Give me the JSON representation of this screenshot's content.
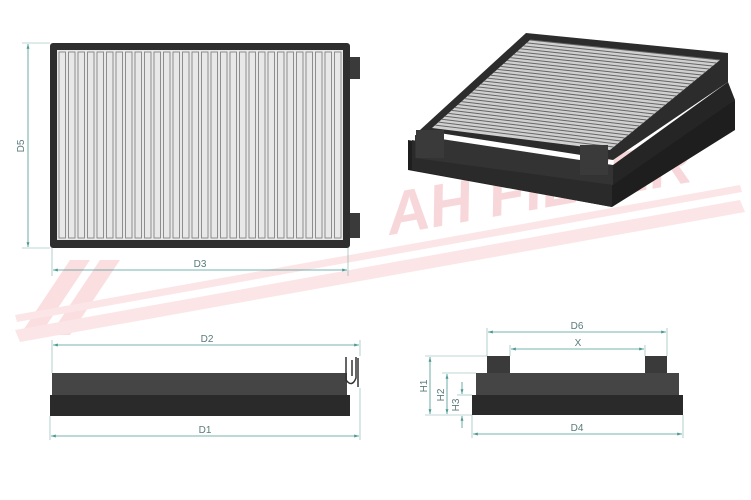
{
  "watermark": {
    "text": "AH FILTER",
    "color": "#f4b8bc"
  },
  "colors": {
    "dimension": "#4a9a94",
    "body_dark": "#2a2a2a",
    "body_mid": "#454545",
    "pleat": "#d8d8d8"
  },
  "top_view": {
    "width_label": "D3",
    "height_label": "D5"
  },
  "side_view": {
    "top_label": "D2",
    "bottom_label": "D1"
  },
  "front_view": {
    "top_label": "D6",
    "inner_label": "X",
    "bottom_label": "D4",
    "h1": "H1",
    "h2": "H2",
    "h3": "H3"
  }
}
